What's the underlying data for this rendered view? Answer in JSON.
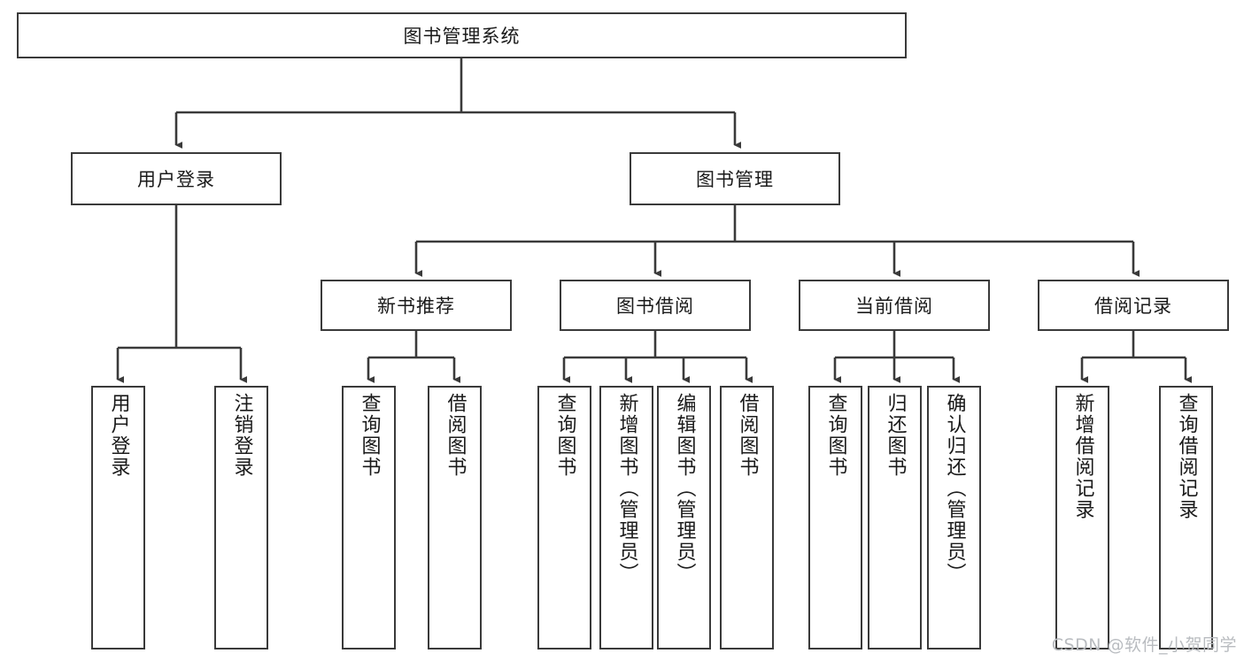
{
  "diagram": {
    "title": "图书管理系统",
    "root": {
      "label": "图书管理系统"
    },
    "level2": [
      {
        "label": "用户登录"
      },
      {
        "label": "图书管理"
      }
    ],
    "level3": [
      {
        "label": "新书推荐"
      },
      {
        "label": "图书借阅"
      },
      {
        "label": "当前借阅"
      },
      {
        "label": "借阅记录"
      }
    ],
    "leaves": {
      "user_login": [
        {
          "label": "用户登录"
        },
        {
          "label": "注销登录"
        }
      ],
      "new_book_recommend": [
        {
          "label": "查询图书"
        },
        {
          "label": "借阅图书"
        }
      ],
      "book_borrow": [
        {
          "label": "查询图书"
        },
        {
          "label": "新增图书（管理员）"
        },
        {
          "label": "编辑图书（管理员）"
        },
        {
          "label": "借阅图书"
        }
      ],
      "current_borrow": [
        {
          "label": "查询图书"
        },
        {
          "label": "归还图书"
        },
        {
          "label": "确认归还（管理员）"
        }
      ],
      "borrow_record": [
        {
          "label": "新增借阅记录"
        },
        {
          "label": "查询借阅记录"
        }
      ]
    }
  },
  "watermark": {
    "text": "CSDN @软件_小贺同学"
  },
  "colors": {
    "box_border": "#3a3a3a",
    "box_fill": "#ffffff",
    "connector": "#3a3a3a",
    "text": "#1a1a1a",
    "watermark": "#b9bcc0"
  }
}
